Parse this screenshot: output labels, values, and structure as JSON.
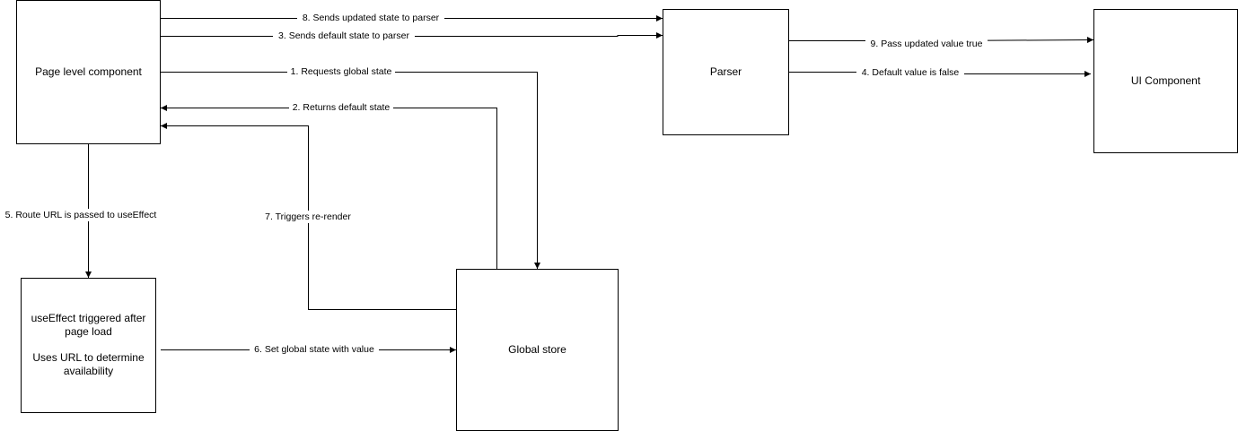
{
  "nodes": {
    "page_level": {
      "label": "Page level component"
    },
    "parser": {
      "label": "Parser"
    },
    "ui_component": {
      "label": "UI Component"
    },
    "use_effect": {
      "line1": "useEffect triggered after",
      "line2": "page load",
      "line3": "Uses URL to determine",
      "line4": "availability"
    },
    "global_store": {
      "label": "Global store"
    }
  },
  "edges": {
    "e1": "1. Requests global state",
    "e2": "2. Returns default state",
    "e3": "3. Sends default state to parser",
    "e4": "4. Default value is false",
    "e5": "5. Route URL is passed to useEffect",
    "e6": "6. Set global state with value",
    "e7": "7. Triggers re-render",
    "e8": "8. Sends updated state to parser",
    "e9": "9. Pass updated value true"
  }
}
